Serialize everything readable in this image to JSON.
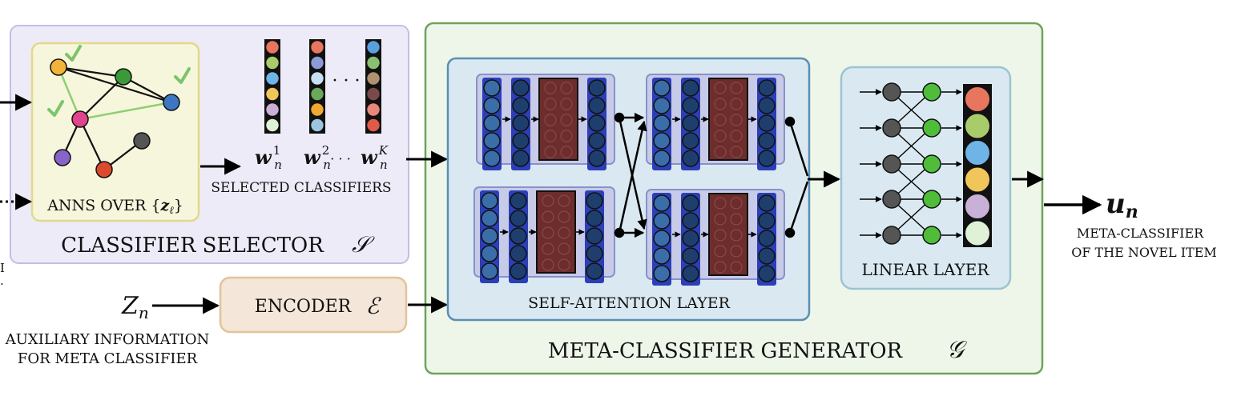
{
  "classifier_selector": {
    "title": "CLASSIFIER SELECTOR",
    "symbol": "𝒮",
    "anns_label": "ANNS OVER {",
    "anns_var": "z",
    "anns_sub": "ℓ",
    "anns_close": "}",
    "weights": [
      {
        "base": "w",
        "sub": "n",
        "sup": "1"
      },
      {
        "base": "w",
        "sub": "n",
        "sup": "2"
      },
      {
        "base": "w",
        "sub": "n",
        "sup": "K"
      }
    ],
    "dots": "· · ·",
    "dots_lower": "· · ·",
    "selected_label": "SELECTED CLASSIFIERS"
  },
  "encoder": {
    "label": "ENCODER",
    "symbol": "ℰ",
    "input_var": "Z",
    "input_sub": "n",
    "aux_line1": "AUXILIARY INFORMATION",
    "aux_line2": "FOR META CLASSIFIER"
  },
  "generator": {
    "title": "META-CLASSIFIER GENERATOR",
    "symbol": "𝒢",
    "self_attention_label": "SELF-ATTENTION LAYER",
    "linear_label": "LINEAR LAYER"
  },
  "output": {
    "var": "u",
    "sub": "n",
    "line1": "META-CLASSIFIER",
    "line2": "OF THE NOVEL ITEM"
  },
  "left_clip": {
    "line1": "I",
    "line2": "·"
  },
  "colors": {
    "selector_fill": "#eeebf8",
    "selector_stroke": "#c7bce4",
    "anns_fill": "#f6f6dc",
    "anns_stroke": "#e2d98c",
    "generator_fill": "#eef6e9",
    "generator_stroke": "#6fa35b",
    "attention_fill": "#dae9f1",
    "attention_stroke": "#5a8fb4",
    "encoder_fill": "#f4e6d8",
    "encoder_stroke": "#e2c39a",
    "dark_red": "#6e2d2d",
    "blue_neuron": "#3b6ea8",
    "navy_neuron": "#1e3f6e",
    "green_check": "#7cc46a"
  }
}
